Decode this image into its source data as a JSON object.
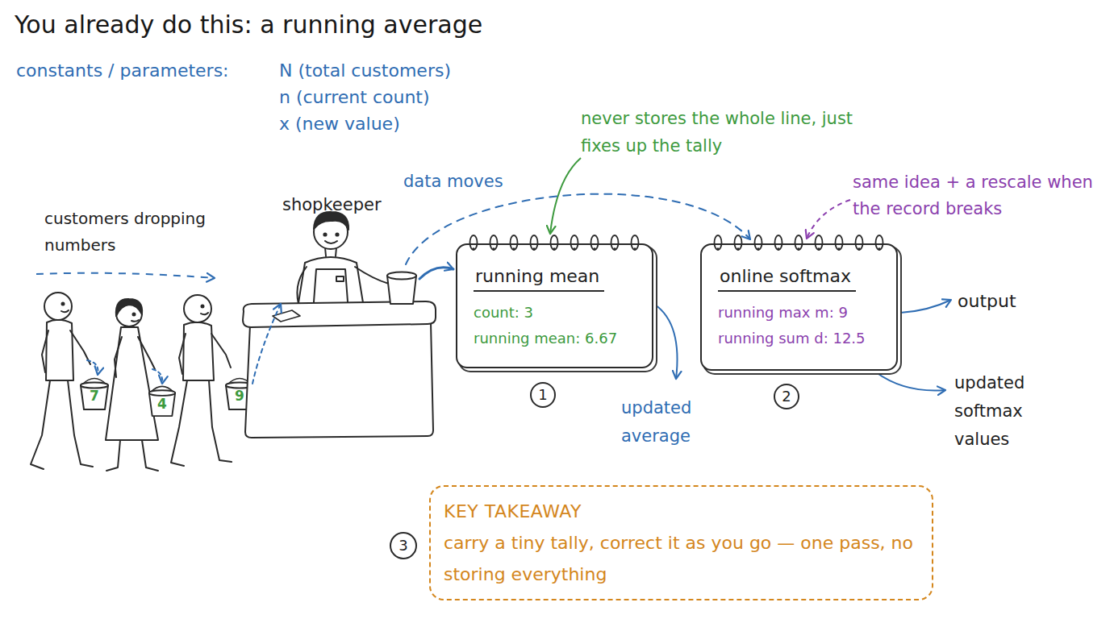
{
  "diagram": {
    "title": "You already do this: a running average",
    "nodes": [
      {
        "text": [
          "7"
        ]
      },
      {
        "text": [
          "4"
        ]
      },
      {
        "text": [
          "9"
        ]
      },
      {
        "text": [
          "shopkeeper"
        ]
      },
      {
        "text": [
          "running mean",
          "count: 3",
          "running mean: 6.67"
        ]
      },
      {
        "text": [
          "online softmax",
          "running max m: 9",
          "running sum d: 12.5"
        ]
      },
      {
        "text": [
          "KEY TAKEAWAY",
          "carry a tiny tally, correct it as you go — one pass, no storing everything"
        ]
      }
    ],
    "edges": [
      {
        "from": 2,
        "to": 3,
        "arrow": "to"
      },
      {
        "from": 3,
        "to": 4,
        "arrow": "to"
      },
      {
        "from": 3,
        "to": 5,
        "label": "data moves",
        "arrow": "to"
      }
    ],
    "labels": [
      "constants / parameters:",
      "N (total customers)",
      "n (current count)",
      "x (new value)",
      "never stores the whole line, just fixes up the tally",
      "same idea + a rescale when the record breaks",
      "customers dropping numbers",
      "1",
      "2",
      "updated average",
      "output",
      "updated softmax values",
      "3"
    ]
  }
}
